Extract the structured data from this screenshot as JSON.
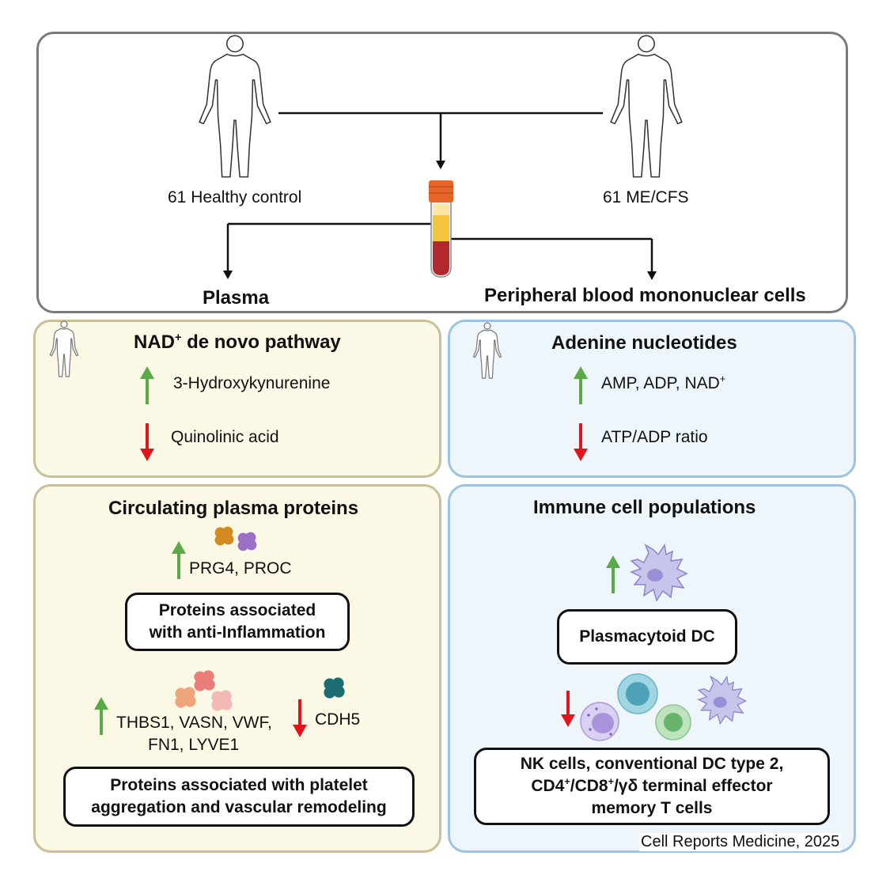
{
  "top": {
    "healthy_label": "61 Healthy control",
    "mecfs_label": "61 ME/CFS",
    "plasma_label": "Plasma",
    "pbmc_label": "Peripheral blood mononuclear cells"
  },
  "nad_panel": {
    "title_main": "NAD",
    "title_sup": "+",
    "title_rest": " de novo pathway",
    "up_item": "3-Hydroxykynurenine",
    "down_item": "Quinolinic acid"
  },
  "adenine_panel": {
    "title": "Adenine nucleotides",
    "up_item_main": "AMP, ADP, NAD",
    "up_item_sup": "+",
    "down_item": "ATP/ADP ratio"
  },
  "plasma_proteins_panel": {
    "title": "Circulating plasma proteins",
    "up_item_1": "PRG4, PROC",
    "box_1_line_1": "Proteins associated",
    "box_1_line_2": "with anti-Inflammation",
    "up_item_2_line_1": "THBS1, VASN, VWF,",
    "up_item_2_line_2": "FN1, LYVE1",
    "down_item": "CDH5",
    "box_2_line_1": "Proteins associated with platelet",
    "box_2_line_2": "aggregation and vascular remodeling"
  },
  "immune_panel": {
    "title": "Immune cell populations",
    "box_1": "Plasmacytoid DC",
    "box_2_line_1": "NK cells,  conventional DC type 2,",
    "box_2_line_2a": "CD4",
    "box_2_sup_1": "+",
    "box_2_line_2b": "/CD8",
    "box_2_sup_2": "+",
    "box_2_line_2c": "/γδ terminal effector",
    "box_2_line_3": "memory T cells"
  },
  "citation": "Cell Reports Medicine, 2025",
  "colors": {
    "up_arrow": "#5aab47",
    "down_arrow": "#e0151b",
    "tan_panel": "#fbf8e6",
    "blue_panel": "#eef5fb",
    "blood": "#b3282d",
    "plasma_layer": "#f2c53d",
    "tube_cap": "#e8652a"
  }
}
